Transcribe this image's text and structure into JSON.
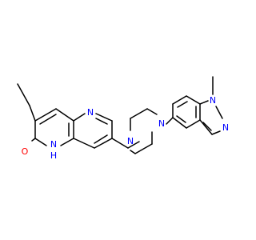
{
  "molecule": {
    "atom_labels": {
      "O": "O",
      "NH": "N",
      "H": "H",
      "N_ring": "N",
      "N_pip1": "N",
      "N_pip2": "N",
      "N_ind1": "N",
      "N_ind2": "N"
    },
    "colors": {
      "bond": "#000000",
      "oxygen": "#ff0000",
      "nitrogen": "#0000ff"
    }
  }
}
